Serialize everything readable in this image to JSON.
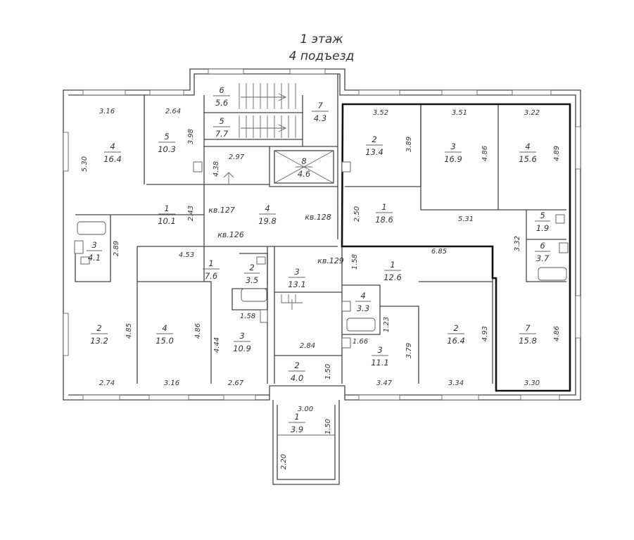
{
  "header": {
    "floor": "1 этаж",
    "entrance": "4 подъезд"
  },
  "rooms": [
    {
      "id": "r1",
      "num": "4",
      "area": "16.4"
    },
    {
      "id": "r2",
      "num": "5",
      "area": "10.3"
    },
    {
      "id": "r3",
      "num": "6",
      "area": "5.6"
    },
    {
      "id": "r4",
      "num": "5",
      "area": "7.7"
    },
    {
      "id": "r5",
      "num": "7",
      "area": "4.3"
    },
    {
      "id": "r6",
      "num": "8",
      "area": "4.6"
    },
    {
      "id": "r7",
      "num": "2",
      "area": "13.4"
    },
    {
      "id": "r8",
      "num": "3",
      "area": "16.9"
    },
    {
      "id": "r9",
      "num": "4",
      "area": "15.6"
    },
    {
      "id": "r10",
      "num": "1",
      "area": "10.1"
    },
    {
      "id": "r11",
      "num": "4",
      "area": "19.8"
    },
    {
      "id": "r12",
      "num": "1",
      "area": "18.6"
    },
    {
      "id": "r13",
      "num": "5",
      "area": "1.9"
    },
    {
      "id": "r14",
      "num": "3",
      "area": "4.1"
    },
    {
      "id": "r15",
      "num": "6",
      "area": "3.7"
    },
    {
      "id": "r16",
      "num": "1",
      "area": "7.6"
    },
    {
      "id": "r17",
      "num": "2",
      "area": "3.5"
    },
    {
      "id": "r18",
      "num": "3",
      "area": "13.1"
    },
    {
      "id": "r19",
      "num": "1",
      "area": "12.6"
    },
    {
      "id": "r20",
      "num": "4",
      "area": "3.3"
    },
    {
      "id": "r21",
      "num": "2",
      "area": "13.2"
    },
    {
      "id": "r22",
      "num": "4",
      "area": "15.0"
    },
    {
      "id": "r23",
      "num": "3",
      "area": "10.9"
    },
    {
      "id": "r24",
      "num": "3",
      "area": "11.1"
    },
    {
      "id": "r25",
      "num": "2",
      "area": "16.4"
    },
    {
      "id": "r26",
      "num": "7",
      "area": "15.8"
    },
    {
      "id": "r27",
      "num": "2",
      "area": "4.0"
    },
    {
      "id": "r28",
      "num": "1",
      "area": "3.9"
    }
  ],
  "apartments": [
    {
      "id": "a1",
      "label": "кв.127"
    },
    {
      "id": "a2",
      "label": "кв.128"
    },
    {
      "id": "a3",
      "label": "кв.126"
    },
    {
      "id": "a4",
      "label": "кв.129"
    }
  ],
  "dimensions": [
    {
      "id": "d1",
      "text": "3.16"
    },
    {
      "id": "d2",
      "text": "2.64"
    },
    {
      "id": "d3",
      "text": "3.52"
    },
    {
      "id": "d4",
      "text": "3.51"
    },
    {
      "id": "d5",
      "text": "3.22"
    },
    {
      "id": "d6",
      "text": "5.30"
    },
    {
      "id": "d7",
      "text": "3.98"
    },
    {
      "id": "d8",
      "text": "3.89"
    },
    {
      "id": "d9",
      "text": "4.86"
    },
    {
      "id": "d10",
      "text": "4.89"
    },
    {
      "id": "d11",
      "text": "2.97"
    },
    {
      "id": "d12",
      "text": "4.38"
    },
    {
      "id": "d13",
      "text": "2.43"
    },
    {
      "id": "d14",
      "text": "2.50"
    },
    {
      "id": "d15",
      "text": "5.31"
    },
    {
      "id": "d16",
      "text": "2.89"
    },
    {
      "id": "d17",
      "text": "3.32"
    },
    {
      "id": "d18",
      "text": "4.53"
    },
    {
      "id": "d19",
      "text": "1.58"
    },
    {
      "id": "d20",
      "text": "6.85"
    },
    {
      "id": "d21",
      "text": "1.58"
    },
    {
      "id": "d22",
      "text": "1.23"
    },
    {
      "id": "d23",
      "text": "4.85"
    },
    {
      "id": "d24",
      "text": "4.86"
    },
    {
      "id": "d25",
      "text": "4.44"
    },
    {
      "id": "d26",
      "text": "4.93"
    },
    {
      "id": "d27",
      "text": "4.86"
    },
    {
      "id": "d28",
      "text": "2.84"
    },
    {
      "id": "d29",
      "text": "1.66"
    },
    {
      "id": "d30",
      "text": "3.79"
    },
    {
      "id": "d31",
      "text": "1.50"
    },
    {
      "id": "d32",
      "text": "2.74"
    },
    {
      "id": "d33",
      "text": "3.16"
    },
    {
      "id": "d34",
      "text": "2.67"
    },
    {
      "id": "d35",
      "text": "3.47"
    },
    {
      "id": "d36",
      "text": "3.34"
    },
    {
      "id": "d37",
      "text": "3.30"
    },
    {
      "id": "d38",
      "text": "3.00"
    },
    {
      "id": "d39",
      "text": "1.50"
    },
    {
      "id": "d40",
      "text": "2.20"
    }
  ]
}
